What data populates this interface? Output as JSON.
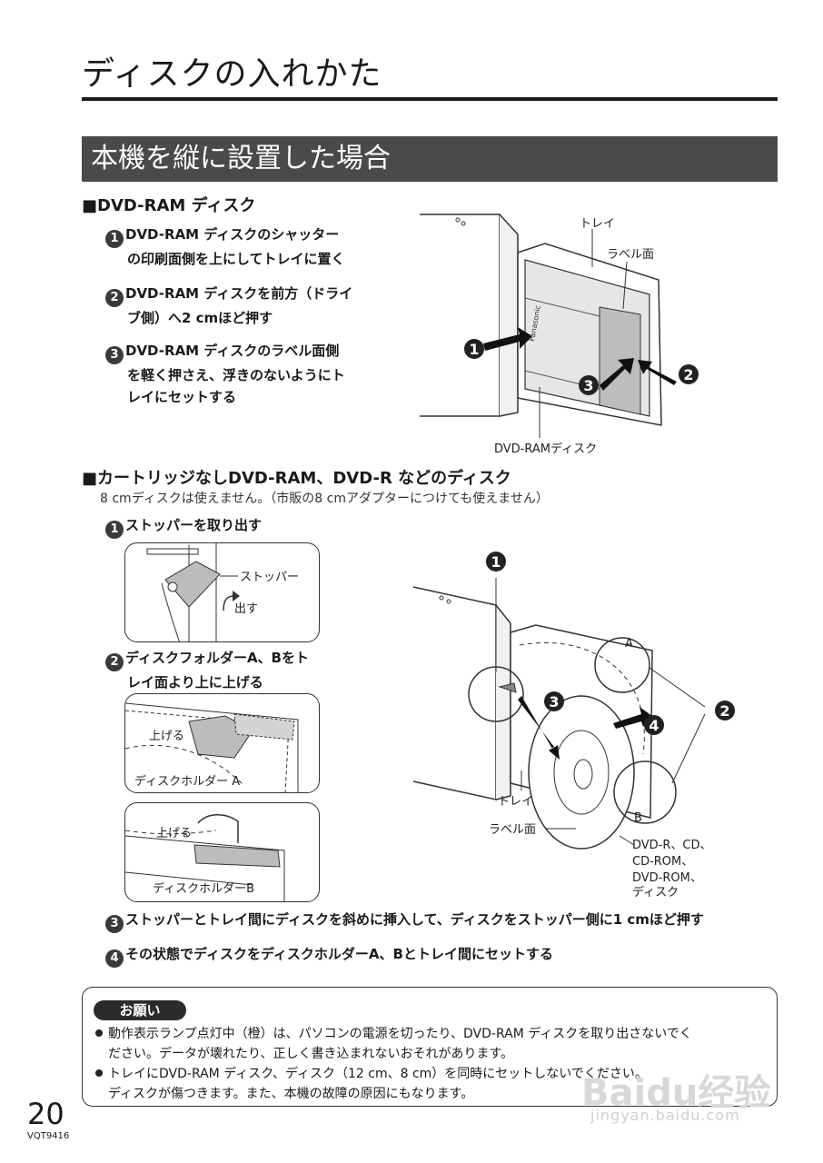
{
  "page_title": "ディスクの入れかた",
  "section_title": "本機を縦に設置した場合",
  "ram": {
    "heading": "■DVD-RAM ディスク",
    "steps": [
      {
        "num": "1",
        "line1": "DVD-RAM ディスクのシャッター",
        "line2": "の印刷面側を上にしてトレイに置く"
      },
      {
        "num": "2",
        "line1": "DVD-RAM ディスクを前方（ドライ",
        "line2": "ブ側）へ2 cmほど押す"
      },
      {
        "num": "3",
        "line1": "DVD-RAM ディスクのラベル面側",
        "line2": "を軽く押さえ、浮きのないようにト",
        "line3": "レイにセットする"
      }
    ],
    "figure": {
      "tray": "トレイ",
      "label_side": "ラベル面",
      "disc": "DVD-RAMディスク",
      "brand": "Panasonic",
      "n1": "1",
      "n2": "2",
      "n3": "3"
    }
  },
  "cd": {
    "heading": "■カートリッジなしDVD-RAM、DVD-R などのディスク",
    "note": "8 cmディスクは使えません。（市販の8 cmアダプターにつけても使えません）",
    "step1": {
      "num": "1",
      "text": "ストッパーを取り出す"
    },
    "step1_fig": {
      "stopper": "ストッパー",
      "out": "出す"
    },
    "step2": {
      "num": "2",
      "line1": "ディスクフォルダーA、Bをト",
      "line2": "レイ面より上に上げる"
    },
    "step2_fig_a": {
      "raise": "上げる",
      "holder": "ディスクホルダー A"
    },
    "step2_fig_b": {
      "raise": "上げる",
      "holder": "ディスクホルダーB"
    },
    "big_fig": {
      "n1": "1",
      "n2": "2",
      "n3": "3",
      "n4": "4",
      "a": "A",
      "b": "B",
      "tray": "トレイ",
      "label_side": "ラベル面",
      "discs": [
        "DVD-R、CD、",
        "CD-ROM、",
        "DVD-ROM、",
        "ディスク"
      ]
    },
    "step3": {
      "num": "3",
      "text": "ストッパーとトレイ間にディスクを斜めに挿入して、ディスクをストッパー側に1 cmほど押す"
    },
    "step4": {
      "num": "4",
      "text": "その状態でディスクをディスクホルダーA、Bとトレイ間にセットする"
    }
  },
  "request": {
    "pill": "お願い",
    "b1_l1": "動作表示ランプ点灯中（橙）は、パソコンの電源を切ったり、DVD-RAM ディスクを取り出さないでく",
    "b1_l2": "ださい。データが壊れたり、正しく書き込まれないおそれがあります。",
    "b2_l1": "トレイにDVD-RAM ディスク、ディスク（12 cm、8 cm）を同時にセットしないでください。",
    "b2_l2": "ディスクが傷つきます。また、本機の故障の原因にもなります。"
  },
  "page_number": "20",
  "doc_code": "VQT9416",
  "watermark": "Baidu经验",
  "watermark_url": "jingyan.baidu.com"
}
